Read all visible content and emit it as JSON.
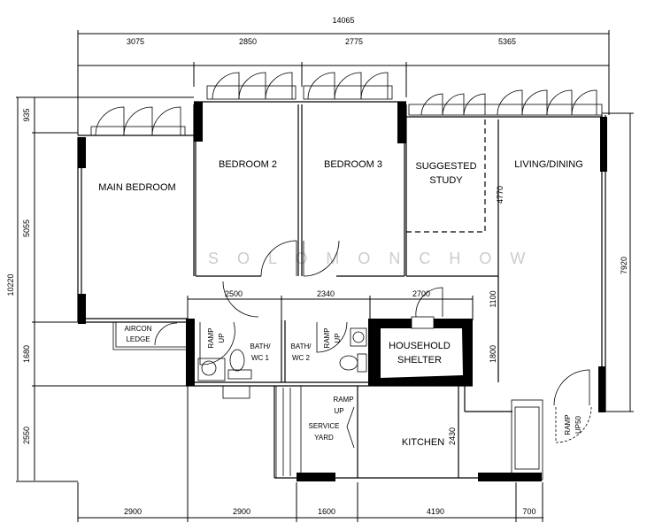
{
  "watermark": "S O L O M O N   C H O W",
  "rooms": {
    "main_bedroom": "MAIN BEDROOM",
    "bedroom2": "BEDROOM 2",
    "bedroom3": "BEDROOM 3",
    "study_1": "SUGGESTED",
    "study_2": "STUDY",
    "living": "LIVING/DINING",
    "aircon_1": "AIRCON",
    "aircon_2": "LEDGE",
    "bath1_1": "BATH/",
    "bath1_2": "WC 1",
    "bath2_1": "BATH/",
    "bath2_2": "WC 2",
    "shelter_1": "HOUSEHOLD",
    "shelter_2": "SHELTER",
    "yard_1": "SERVICE",
    "yard_2": "YARD",
    "kitchen": "KITCHEN"
  },
  "ramps": {
    "bath1": [
      "RAMP",
      "UP"
    ],
    "bath2": [
      "RAMP",
      "UP"
    ],
    "yard": [
      "RAMP",
      "UP"
    ],
    "entry": [
      "RAMP",
      "UP50"
    ]
  },
  "dimensions": {
    "top_total": "14065",
    "top": [
      "3075",
      "2850",
      "2775",
      "5365"
    ],
    "middle": [
      "2500",
      "2340",
      "2700"
    ],
    "bottom": [
      "2900",
      "2900",
      "1600",
      "4190",
      "700"
    ],
    "left": [
      "935",
      "5055",
      "1680",
      "2550"
    ],
    "left_total": "10220",
    "right_total": "7920",
    "study_depth": "4770",
    "corridor": "1100",
    "shelter_depth": "1800",
    "kitchen_depth": "2430"
  }
}
